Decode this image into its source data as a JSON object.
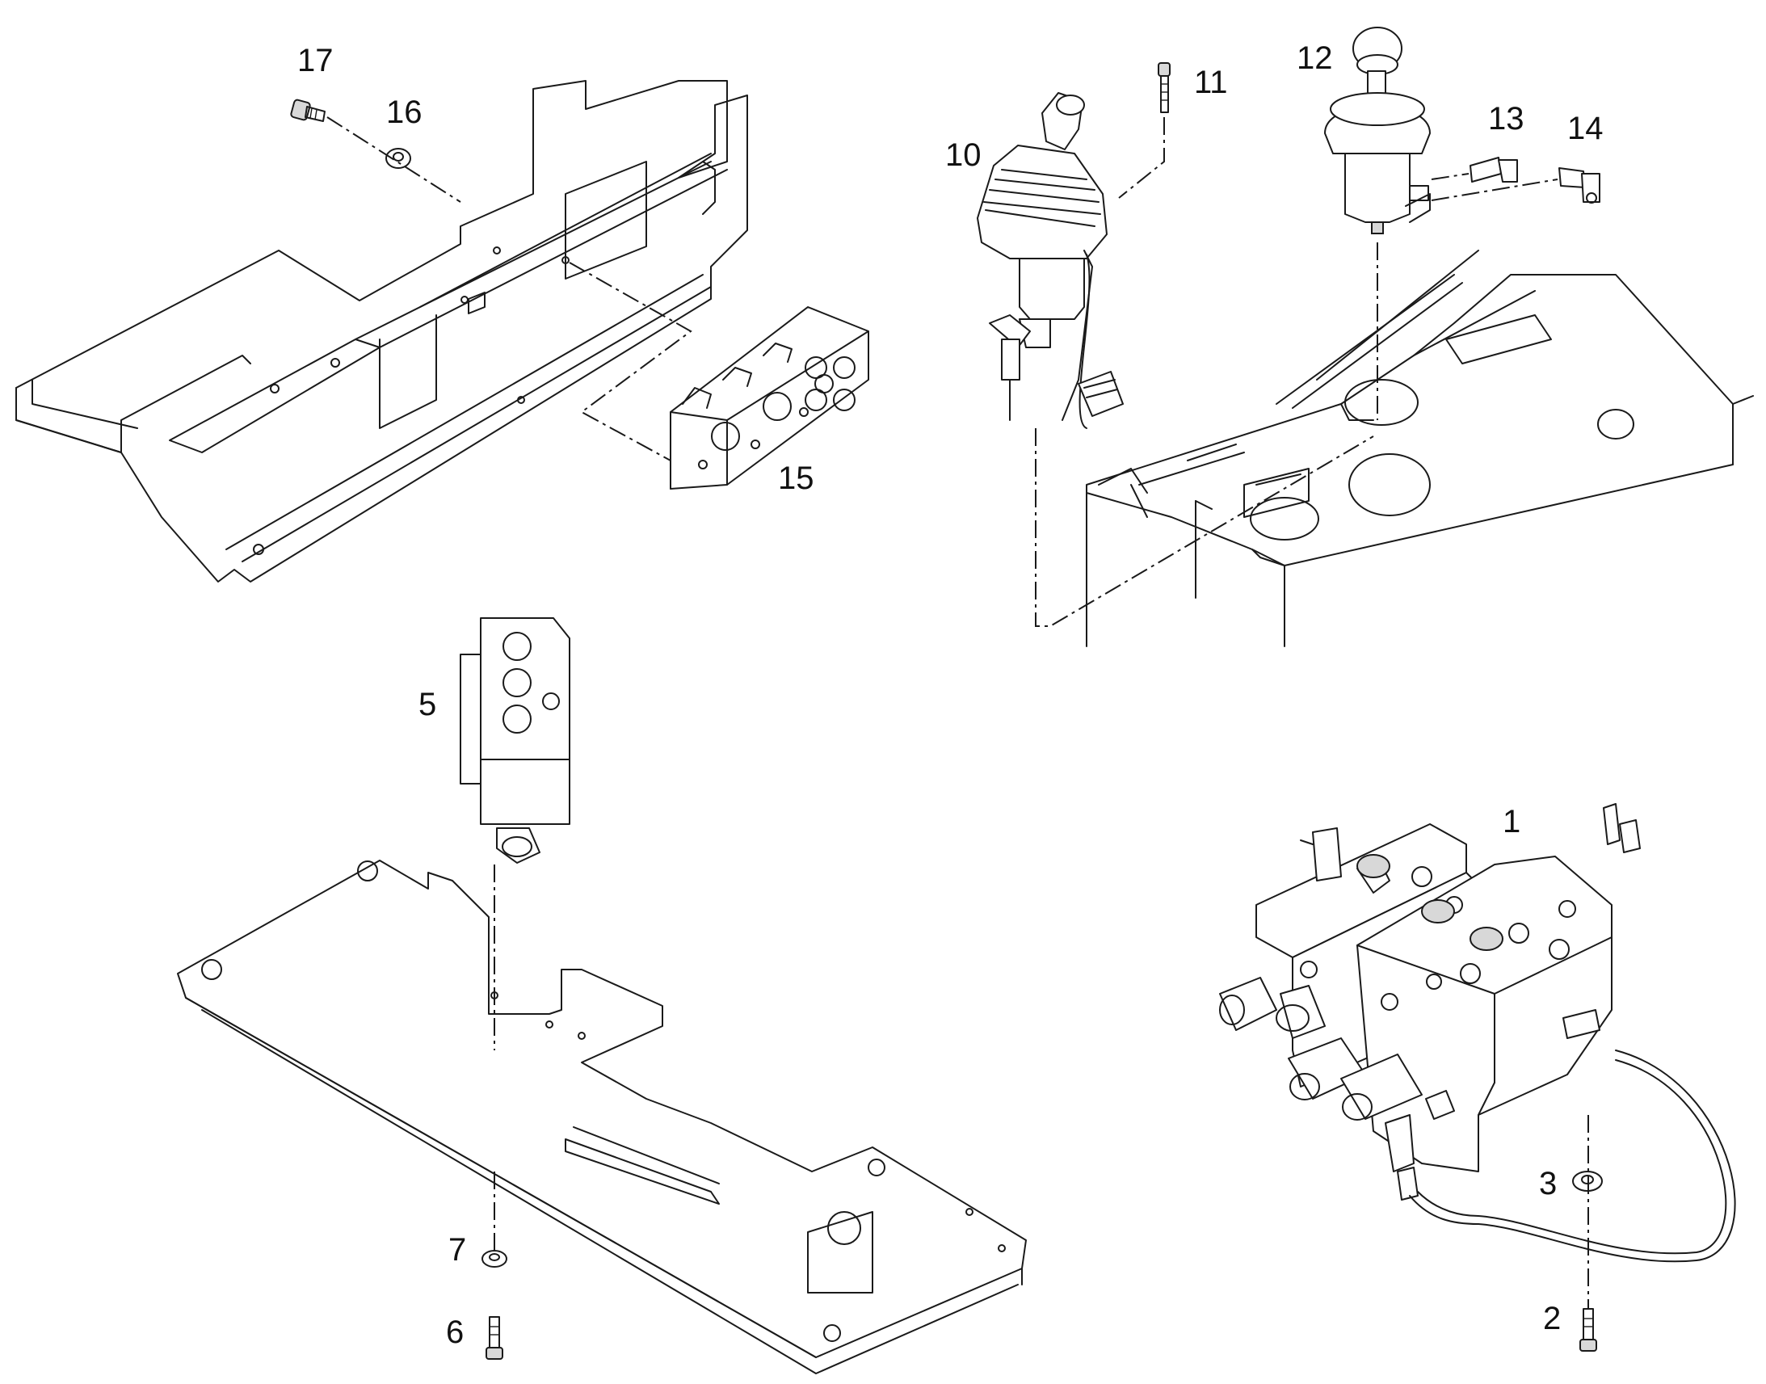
{
  "callouts": {
    "c1": "1",
    "c2": "2",
    "c3": "3",
    "c5": "5",
    "c6": "6",
    "c7": "7",
    "c10": "10",
    "c11": "11",
    "c12": "12",
    "c13": "13",
    "c14": "14",
    "c15": "15",
    "c16": "16",
    "c17": "17"
  }
}
